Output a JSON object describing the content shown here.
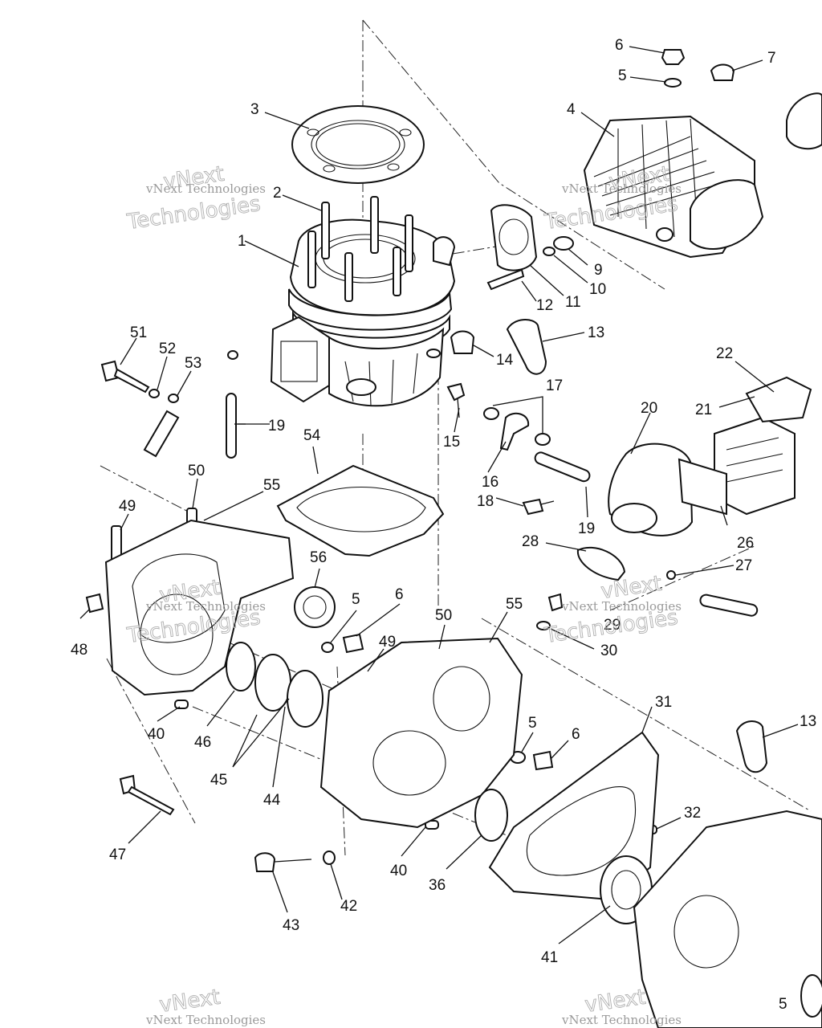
{
  "watermark": {
    "line1": "vNext Technologies",
    "line2": "Technologies",
    "line3": "vNext"
  },
  "callouts": [
    "1",
    "2",
    "3",
    "4",
    "5",
    "6",
    "7",
    "9",
    "10",
    "11",
    "12",
    "13",
    "14",
    "15",
    "16",
    "17",
    "18",
    "19",
    "20",
    "21",
    "22",
    "26",
    "27",
    "28",
    "29",
    "30",
    "31",
    "32",
    "36",
    "40",
    "41",
    "42",
    "43",
    "44",
    "45",
    "46",
    "47",
    "48",
    "49",
    "50",
    "51",
    "52",
    "53",
    "54",
    "55",
    "56"
  ]
}
